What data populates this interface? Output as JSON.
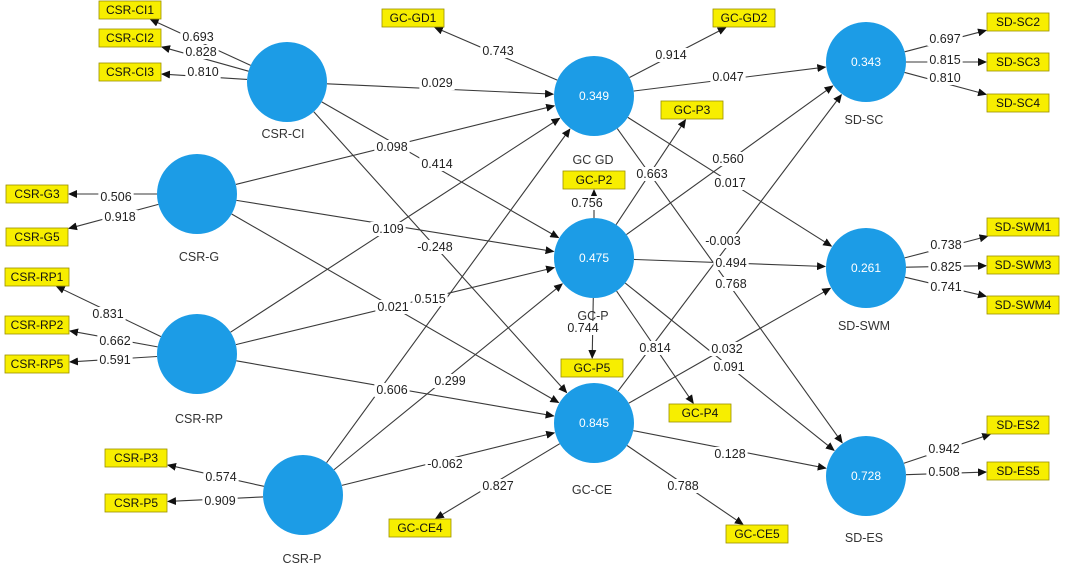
{
  "constructs": [
    {
      "id": "CSR-CI",
      "label": "CSR-CI",
      "r2": ""
    },
    {
      "id": "CSR-G",
      "label": "CSR-G",
      "r2": ""
    },
    {
      "id": "CSR-RP",
      "label": "CSR-RP",
      "r2": ""
    },
    {
      "id": "CSR-P",
      "label": "CSR-P",
      "r2": ""
    },
    {
      "id": "GCGD",
      "label": "GC GD",
      "r2": "0.349"
    },
    {
      "id": "GCP",
      "label": "GC-P",
      "r2": "0.475"
    },
    {
      "id": "GCCE",
      "label": "GC-CE",
      "r2": "0.845"
    },
    {
      "id": "SDSC",
      "label": "SD-SC",
      "r2": "0.343"
    },
    {
      "id": "SDSWM",
      "label": "SD-SWM",
      "r2": "0.261"
    },
    {
      "id": "SDES",
      "label": "SD-ES",
      "r2": "0.728"
    }
  ],
  "indicators": [
    {
      "id": "CSR-CI1",
      "label": "CSR-CI1",
      "construct": "CSR-CI",
      "loading": "0.693"
    },
    {
      "id": "CSR-CI2",
      "label": "CSR-CI2",
      "construct": "CSR-CI",
      "loading": "0.828"
    },
    {
      "id": "CSR-CI3",
      "label": "CSR-CI3",
      "construct": "CSR-CI",
      "loading": "0.810"
    },
    {
      "id": "CSR-G3",
      "label": "CSR-G3",
      "construct": "CSR-G",
      "loading": "0.506"
    },
    {
      "id": "CSR-G5",
      "label": "CSR-G5",
      "construct": "CSR-G",
      "loading": "0.918"
    },
    {
      "id": "CSR-RP1",
      "label": "CSR-RP1",
      "construct": "CSR-RP",
      "loading": "0.831"
    },
    {
      "id": "CSR-RP2",
      "label": "CSR-RP2",
      "construct": "CSR-RP",
      "loading": "0.662"
    },
    {
      "id": "CSR-RP5",
      "label": "CSR-RP5",
      "construct": "CSR-RP",
      "loading": "0.591"
    },
    {
      "id": "CSR-P3",
      "label": "CSR-P3",
      "construct": "CSR-P",
      "loading": "0.574"
    },
    {
      "id": "CSR-P5",
      "label": "CSR-P5",
      "construct": "CSR-P",
      "loading": "0.909"
    },
    {
      "id": "GC-GD1",
      "label": "GC-GD1",
      "construct": "GCGD",
      "loading": "0.743"
    },
    {
      "id": "GC-GD2",
      "label": "GC-GD2",
      "construct": "GCGD",
      "loading": "0.914"
    },
    {
      "id": "GC-P3",
      "label": "GC-P3",
      "construct": "GCP",
      "loading": "0.663"
    },
    {
      "id": "GC-P2",
      "label": "GC-P2",
      "construct": "GCP",
      "loading": "0.756"
    },
    {
      "id": "GC-P5",
      "label": "GC-P5",
      "construct": "GCP",
      "loading": "0.744"
    },
    {
      "id": "GC-P4",
      "label": "GC-P4",
      "construct": "GCP",
      "loading": "0.814"
    },
    {
      "id": "GC-CE4",
      "label": "GC-CE4",
      "construct": "GCCE",
      "loading": "0.827"
    },
    {
      "id": "GC-CE5",
      "label": "GC-CE5",
      "construct": "GCCE",
      "loading": "0.788"
    },
    {
      "id": "SD-SC2",
      "label": "SD-SC2",
      "construct": "SDSC",
      "loading": "0.697"
    },
    {
      "id": "SD-SC3",
      "label": "SD-SC3",
      "construct": "SDSC",
      "loading": "0.815"
    },
    {
      "id": "SD-SC4",
      "label": "SD-SC4",
      "construct": "SDSC",
      "loading": "0.810"
    },
    {
      "id": "SD-SWM1",
      "label": "SD-SWM1",
      "construct": "SDSWM",
      "loading": "0.738"
    },
    {
      "id": "SD-SWM3",
      "label": "SD-SWM3",
      "construct": "SDSWM",
      "loading": "0.825"
    },
    {
      "id": "SD-SWM4",
      "label": "SD-SWM4",
      "construct": "SDSWM",
      "loading": "0.741"
    },
    {
      "id": "SD-ES2",
      "label": "SD-ES2",
      "construct": "SDES",
      "loading": "0.942"
    },
    {
      "id": "SD-ES5",
      "label": "SD-ES5",
      "construct": "SDES",
      "loading": "0.508"
    }
  ],
  "paths": [
    {
      "from": "CSR-CI",
      "to": "GCGD",
      "coef": "0.029"
    },
    {
      "from": "CSR-CI",
      "to": "GCP",
      "coef": "0.414"
    },
    {
      "from": "CSR-CI",
      "to": "GCCE",
      "coef": "-0.248"
    },
    {
      "from": "CSR-G",
      "to": "GCGD",
      "coef": "0.098"
    },
    {
      "from": "CSR-G",
      "to": "GCP",
      "coef": "0.109"
    },
    {
      "from": "CSR-G",
      "to": "GCCE",
      "coef": "0.021"
    },
    {
      "from": "CSR-RP",
      "to": "GCGD",
      "coef": "0.515"
    },
    {
      "from": "CSR-RP",
      "to": "GCP",
      "coef": "0.299"
    },
    {
      "from": "CSR-RP",
      "to": "GCCE",
      "coef": "0.606"
    },
    {
      "from": "CSR-P",
      "to": "GCGD",
      "coef": ""
    },
    {
      "from": "CSR-P",
      "to": "GCP",
      "coef": ""
    },
    {
      "from": "CSR-P",
      "to": "GCCE",
      "coef": "-0.062"
    },
    {
      "from": "GCGD",
      "to": "SDSC",
      "coef": "0.047"
    },
    {
      "from": "GCGD",
      "to": "SDSWM",
      "coef": "0.017"
    },
    {
      "from": "GCGD",
      "to": "SDES",
      "coef": "0.768"
    },
    {
      "from": "GCP",
      "to": "SDSC",
      "coef": "0.560"
    },
    {
      "from": "GCP",
      "to": "SDSWM",
      "coef": "0.494"
    },
    {
      "from": "GCP",
      "to": "SDES",
      "coef": "0.091"
    },
    {
      "from": "GCCE",
      "to": "SDSC",
      "coef": "-0.003"
    },
    {
      "from": "GCCE",
      "to": "SDSWM",
      "coef": "0.032"
    },
    {
      "from": "GCCE",
      "to": "SDES",
      "coef": "0.128"
    }
  ]
}
